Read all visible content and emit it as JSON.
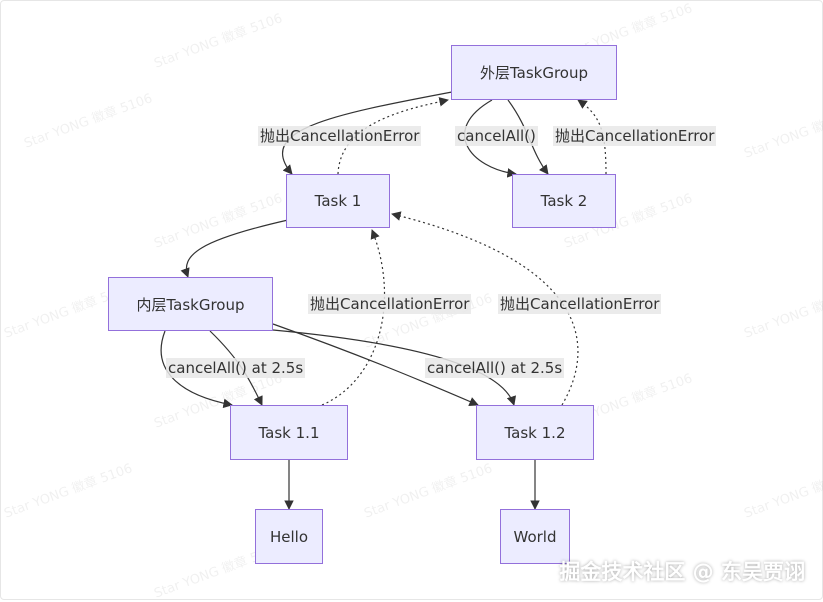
{
  "nodes": {
    "outer_group": "外层TaskGroup",
    "task1": "Task 1",
    "task2": "Task 2",
    "inner_group": "内层TaskGroup",
    "task1_1": "Task 1.1",
    "task1_2": "Task 1.2",
    "hello": "Hello",
    "world": "World"
  },
  "edge_labels": {
    "throw_to_outer_from_t1": "抛出CancellationError",
    "outer_cancel_t2": "cancelAll()",
    "throw_to_outer_from_t2": "抛出CancellationError",
    "throw_to_t1_from_t11": "抛出CancellationError",
    "throw_to_t1_from_t12": "抛出CancellationError",
    "inner_cancel_t11": "cancelAll() at 2.5s",
    "inner_cancel_t12": "cancelAll() at 2.5s"
  },
  "watermark": "Star YONG 徽章 5106",
  "footer": "掘金技术社区 @ 东吴贾诩",
  "colors": {
    "node_fill": "#ECECFF",
    "node_border": "#9370DB",
    "edge": "#333333"
  }
}
